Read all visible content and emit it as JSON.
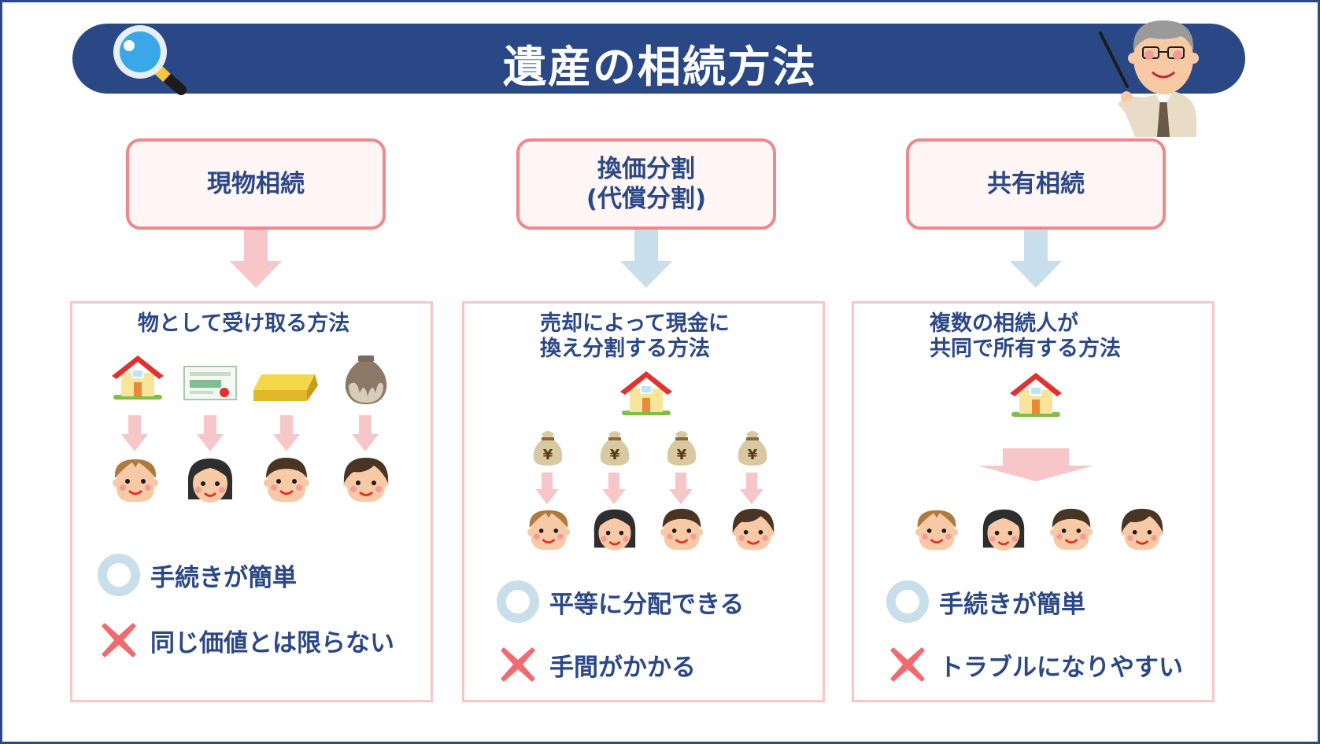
{
  "title": "遺産の相続方法",
  "colors": {
    "navy": "#2b4886",
    "pink_border": "#f0888b",
    "panel_border": "#f7c6c8",
    "arrow_pink": "#f7c6c8",
    "arrow_blue": "#c9deeb",
    "cross_red": "#f06a6e",
    "circle_blue": "#c9deeb"
  },
  "methods": [
    {
      "name_lines": [
        "現物相続"
      ],
      "description_lines": [
        "物として受け取る方法"
      ],
      "assets": [
        "house-icon",
        "certificate-icon",
        "gold-bar-icon",
        "vase-icon"
      ],
      "heirs": [
        "boy-face-icon",
        "woman-face-icon",
        "man-face-icon",
        "girl-face-icon"
      ],
      "merit": "手続きが簡単",
      "demerit": "同じ価値とは限らない"
    },
    {
      "name_lines": [
        "換価分割",
        "(代償分割)"
      ],
      "description_lines": [
        "売却によって現金に",
        "換え分割する方法"
      ],
      "assets": [
        "house-icon"
      ],
      "money_bags": [
        "money-bag-icon",
        "money-bag-icon",
        "money-bag-icon",
        "money-bag-icon"
      ],
      "money_bag_symbol": "¥",
      "heirs": [
        "boy-face-icon",
        "woman-face-icon",
        "man-face-icon",
        "girl-face-icon"
      ],
      "merit": "平等に分配できる",
      "demerit": "手間がかかる"
    },
    {
      "name_lines": [
        "共有相続"
      ],
      "description_lines": [
        "複数の相続人が",
        "共同で所有する方法"
      ],
      "assets": [
        "house-icon"
      ],
      "heirs": [
        "boy-face-icon",
        "woman-face-icon",
        "man-face-icon",
        "girl-face-icon"
      ],
      "merit": "手続きが簡単",
      "demerit": "トラブルになりやすい"
    }
  ]
}
